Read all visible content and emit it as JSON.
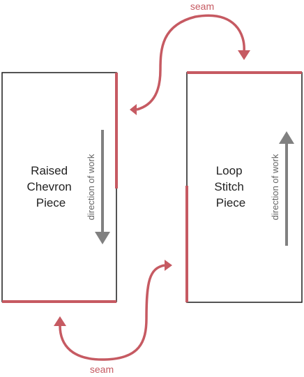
{
  "colors": {
    "seam": "#c65a62",
    "outline": "#1a1a1a",
    "direction_arrow": "#808080",
    "text": "#222222",
    "direction_text": "#666666"
  },
  "pieces": {
    "left": {
      "line1": "Raised",
      "line2": "Chevron",
      "line3": "Piece",
      "direction_label": "direction of work",
      "direction": "down"
    },
    "right": {
      "line1": "Loop",
      "line2": "Stitch",
      "line3": "Piece",
      "direction_label": "direction of work",
      "direction": "up"
    }
  },
  "seams": {
    "top_label": "seam",
    "bottom_label": "seam"
  }
}
